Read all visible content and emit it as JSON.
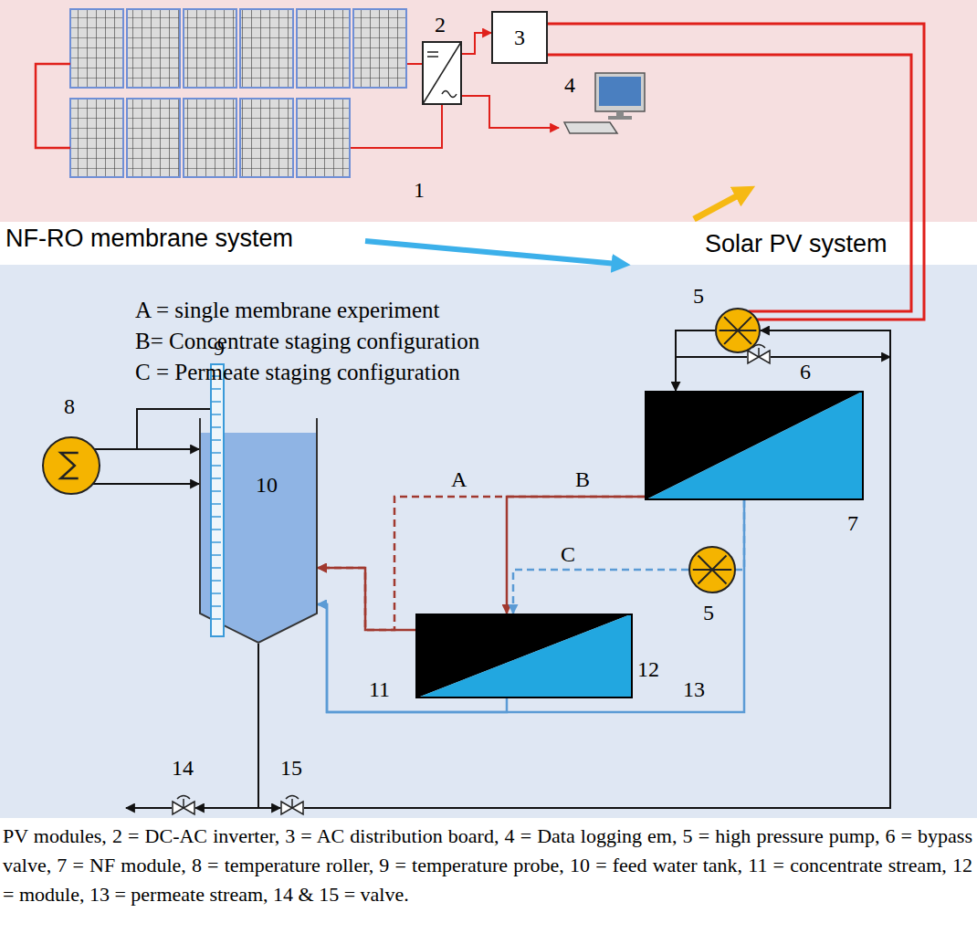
{
  "diagram": {
    "caption": "PV modules, 2 = DC-AC inverter, 3 = AC distribution board, 4 = Data logging em, 5 = high pressure pump, 6 = bypass valve, 7 = NF module, 8 = temperature roller, 9 = temperature probe, 10 = feed water tank, 11 = concentrate stream, 12 = module, 13 = permeate stream, 14 & 15 = valve.",
    "nodes": [
      {
        "text": [
          "1"
        ]
      },
      {
        "text": [
          "2"
        ]
      },
      {
        "text": [
          "3"
        ]
      },
      {
        "text": [
          "4"
        ]
      },
      {
        "text": [
          "5"
        ]
      },
      {
        "text": [
          "7"
        ]
      },
      {
        "text": [
          "8"
        ]
      },
      {
        "text": [
          "10"
        ]
      },
      {
        "text": [
          "12"
        ]
      },
      {
        "text": [
          "5"
        ]
      },
      {
        "text": [
          "14"
        ]
      },
      {
        "text": [
          "15"
        ]
      },
      {
        "text": [
          "6"
        ]
      },
      {
        "text": [
          "9"
        ]
      }
    ],
    "edges": [
      {
        "from": 0,
        "to": 1,
        "arrow": "none"
      },
      {
        "from": 1,
        "to": 2,
        "arrow": "to"
      },
      {
        "from": 1,
        "to": 3,
        "arrow": "to"
      },
      {
        "from": 2,
        "to": 4,
        "arrow": "none"
      },
      {
        "from": 4,
        "to": 5,
        "arrow": "to"
      },
      {
        "from": 5,
        "to": 8,
        "arrow": "to",
        "label": "B"
      },
      {
        "from": 5,
        "to": 7,
        "arrow": "to",
        "label": "A"
      },
      {
        "from": 8,
        "to": 7,
        "arrow": "to"
      },
      {
        "from": 8,
        "to": 7,
        "arrow": "to"
      },
      {
        "from": 5,
        "to": 7,
        "arrow": "to"
      },
      {
        "from": 5,
        "to": 9,
        "arrow": "none"
      },
      {
        "from": 9,
        "to": 8,
        "arrow": "to",
        "label": "C"
      },
      {
        "from": 6,
        "to": 7,
        "arrow": "to"
      },
      {
        "from": 7,
        "to": 10,
        "arrow": "to"
      },
      {
        "from": 7,
        "to": 11,
        "arrow": "to"
      },
      {
        "from": 11,
        "to": 4,
        "arrow": "to"
      },
      {
        "from": 4,
        "to": 12,
        "arrow": "none"
      },
      {
        "from": 6,
        "to": 13,
        "arrow": "none"
      }
    ],
    "labels": [
      "NF-RO membrane system",
      "Solar PV system",
      "A = single membrane experiment",
      "B= Concentrate staging configuration",
      "C = Permeate staging configuration",
      "11",
      "13"
    ]
  }
}
